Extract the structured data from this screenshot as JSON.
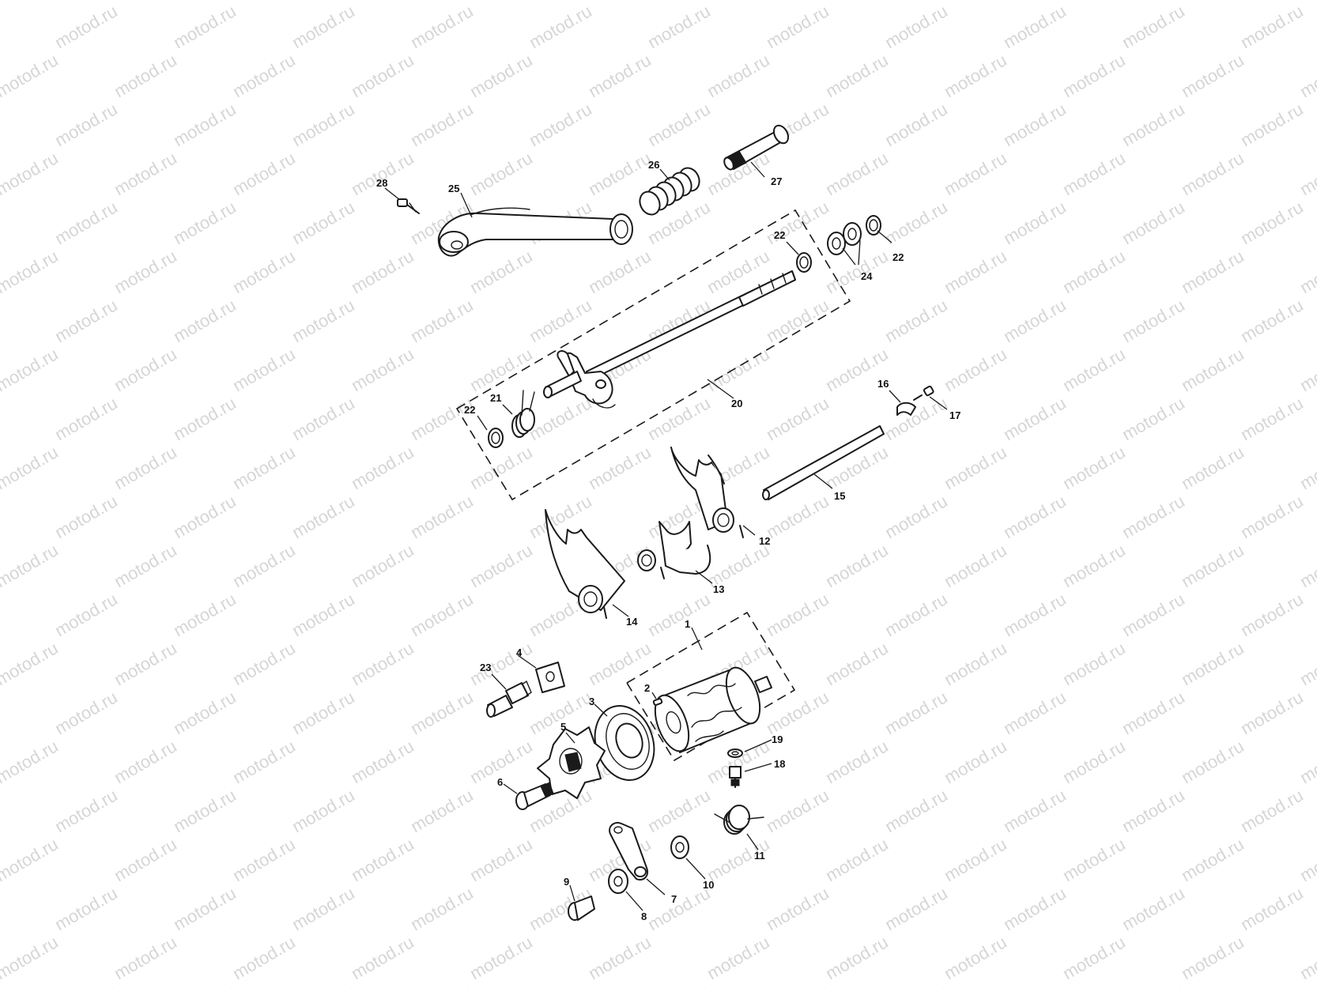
{
  "watermark": "motod.ru",
  "callouts": {
    "c1": "1",
    "c2": "2",
    "c3": "3",
    "c4": "4",
    "c5": "5",
    "c6": "6",
    "c7": "7",
    "c8": "8",
    "c9": "9",
    "c10": "10",
    "c11": "11",
    "c12": "12",
    "c13": "13",
    "c14": "14",
    "c15": "15",
    "c16": "16",
    "c17": "17",
    "c18": "18",
    "c19": "19",
    "c20": "20",
    "c21": "21",
    "c22a": "22",
    "c22b": "22",
    "c22c": "22",
    "c23": "23",
    "c24": "24",
    "c25": "25",
    "c26": "26",
    "c27": "27",
    "c28": "28"
  }
}
